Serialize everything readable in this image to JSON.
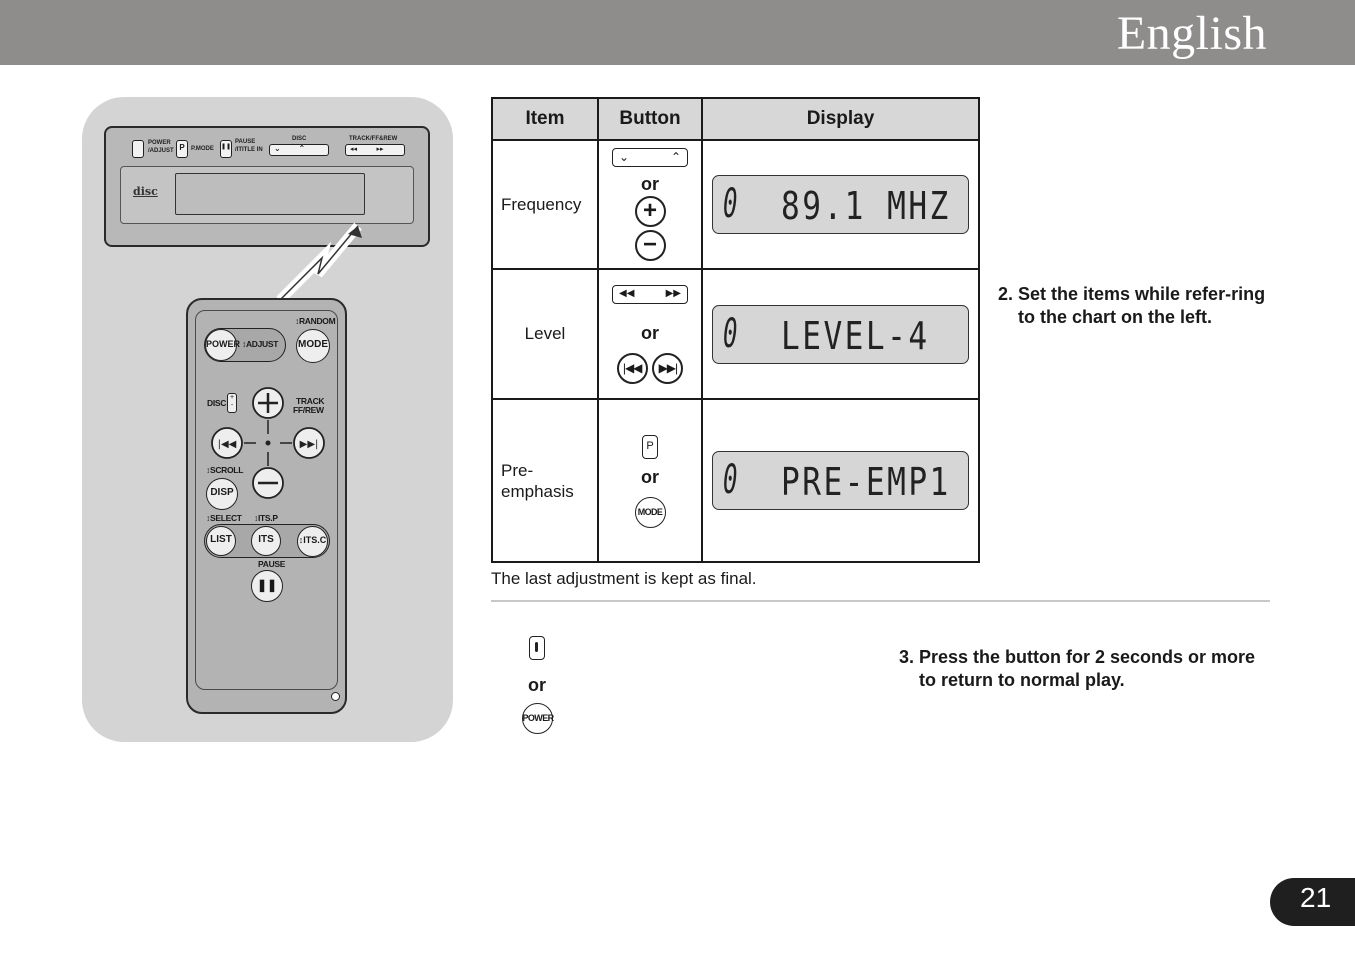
{
  "header": {
    "language": "English"
  },
  "illustration": {
    "head_unit": {
      "labels": [
        "POWER",
        "/ADJUST",
        "P",
        "P.MODE",
        "PAUSE",
        "/ITITLE IN",
        "DISC",
        "TRACK/FF&REW"
      ],
      "logo_text": "disc"
    },
    "remote": {
      "random_label": "↕RANDOM",
      "power": "POWER",
      "adjust": "↕ADJUST",
      "mode": "MODE",
      "disc": "DISC",
      "track": "TRACK",
      "ffrew": "FF/REW",
      "scroll": "↕SCROLL",
      "disp": "DISP",
      "select": "↕SELECT",
      "itsp": "↕ITS.P",
      "list": "LIST",
      "its": "ITS",
      "itsc": "↕ITS.C",
      "pause_label": "PAUSE"
    }
  },
  "table": {
    "headers": {
      "item": "Item",
      "button": "Button",
      "display": "Display"
    },
    "or_label": "or",
    "rows": [
      {
        "item": "Frequency",
        "display": "89.1 MHZ",
        "plus_icon": "plus-icon",
        "minus_icon": "minus-icon"
      },
      {
        "item": "Level",
        "display": "LEVEL-4"
      },
      {
        "item": "Pre-\nemphasis",
        "display": "PRE-EMP1",
        "p_key": "P",
        "mode_key": "MODE"
      }
    ]
  },
  "note": "The last adjustment is kept as final.",
  "steps": [
    {
      "number": "2.",
      "text": "Set the items while refer-ring to the chart on the left."
    },
    {
      "number": "3.",
      "text": "Press the button for 2 seconds or more to return to normal play."
    }
  ],
  "step3": {
    "or_label": "or",
    "power_key": "POWER"
  },
  "page_number": "21"
}
